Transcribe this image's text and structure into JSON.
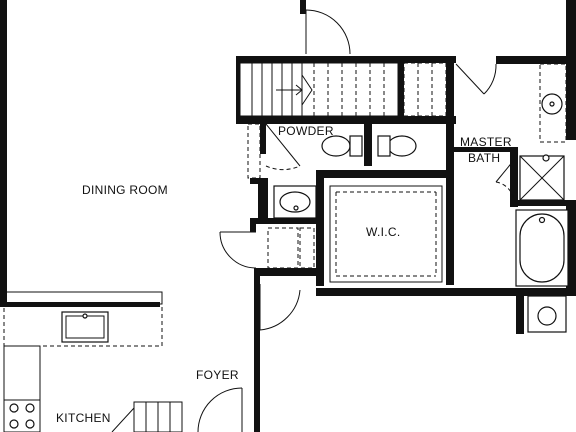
{
  "rooms": {
    "dining_room": "DINING ROOM",
    "powder": "POWDER",
    "master_bath_line1": "MASTER",
    "master_bath_line2": "BATH",
    "wic": "W.I.C.",
    "foyer": "FOYER",
    "kitchen": "KITCHEN"
  },
  "colors": {
    "wall": "#111111",
    "background": "#ffffff"
  }
}
